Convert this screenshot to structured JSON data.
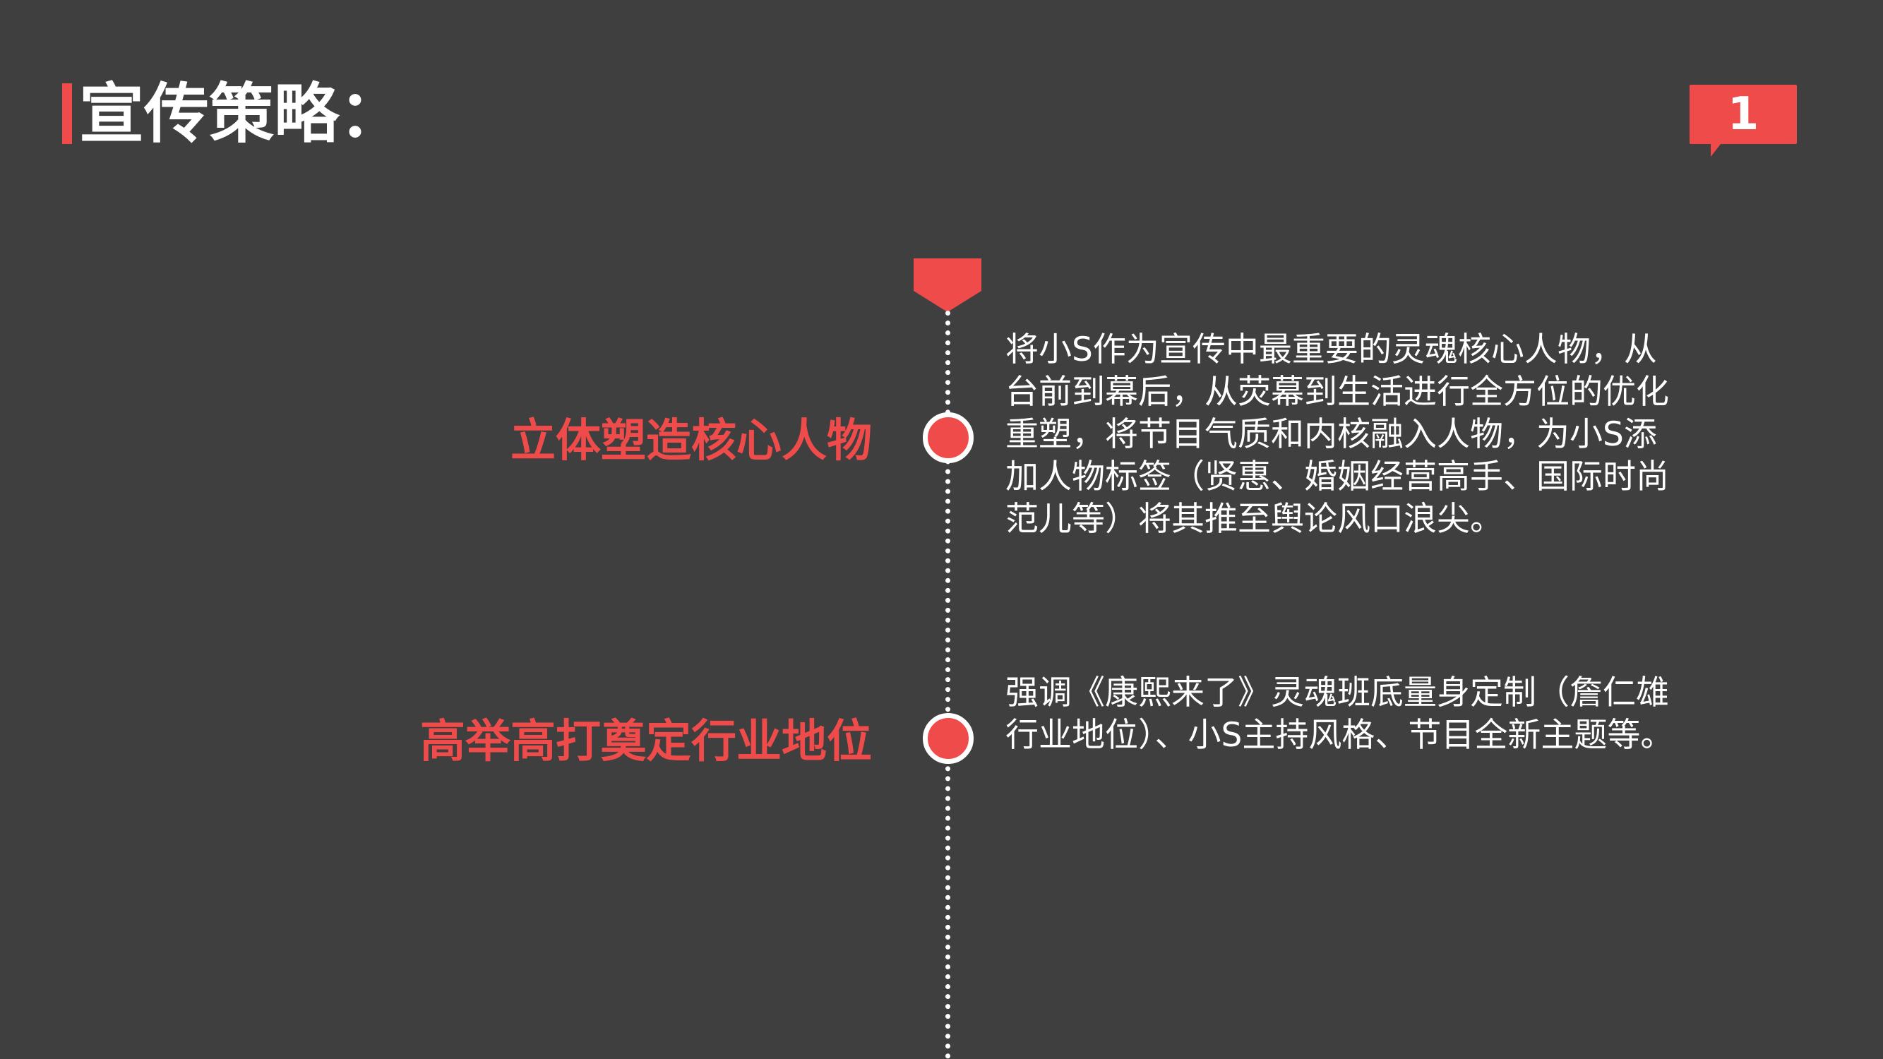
{
  "header": {
    "title": "宣传策略：",
    "page_number": "1"
  },
  "colors": {
    "background": "#3f3f3f",
    "accent": "#ef4b4b",
    "text": "#ffffff"
  },
  "timeline": {
    "items": [
      {
        "heading": "立体塑造核心人物",
        "description": "将小S作为宣传中最重要的灵魂核心人物，从台前到幕后，从荧幕到生活进行全方位的优化重塑，将节目气质和内核融入人物，为小S添加人物标签（贤惠、婚姻经营高手、国际时尚范儿等）将其推至舆论风口浪尖。"
      },
      {
        "heading": "高举高打奠定行业地位",
        "description": "强调《康熙来了》灵魂班底量身定制（詹仁雄行业地位）、小S主持风格、节目全新主题等。"
      }
    ]
  }
}
